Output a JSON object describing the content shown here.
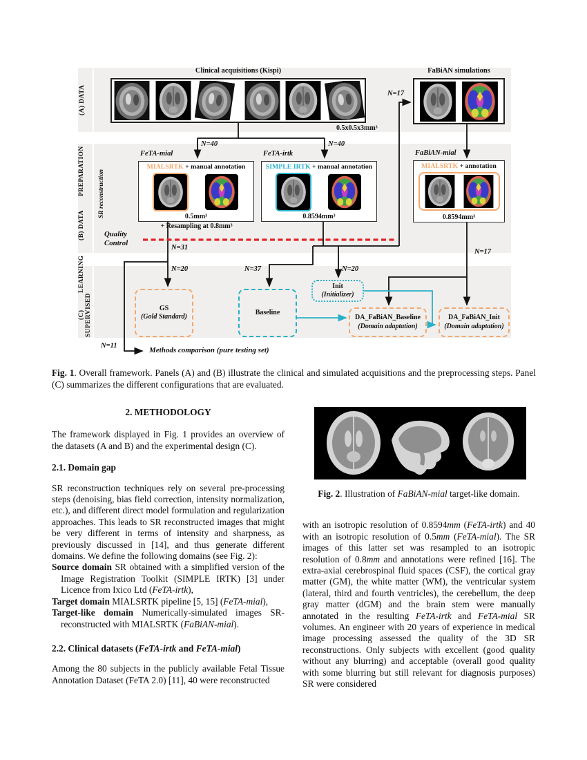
{
  "colors": {
    "orange_accent": "#F2A96E",
    "teal_accent": "#29B0C9",
    "qc_red": "#E02626"
  },
  "fig1": {
    "panelA": {
      "side_label": "(A) DATA",
      "clinical_title": "Clinical acquisitions (Kispi)",
      "clinical_resolution": "0.5x0.5x3mm³",
      "fabian_title": "FaBiAN simulations",
      "n17_in": "N=17"
    },
    "panelB": {
      "side_label_1": "(B) DATA",
      "side_label_2": "PREPARATION",
      "sr_label": "SR reconstruction",
      "n40_left": "N=40",
      "n40_right": "N=40",
      "feta_mial": {
        "title": "FeTA-mial",
        "tool": "MIALSRTK",
        "annotation": " + manual annotation",
        "resolution": "0.5mm³"
      },
      "resampling": "+ Resampling at 0.8mm³",
      "feta_irtk": {
        "title": "FeTA-irtk",
        "tool": "SIMPLE IRTK",
        "annotation": " + manual annotation",
        "resolution": "0.8594mm³"
      },
      "fabian_mial": {
        "title": "FaBiAN-mial",
        "tool": "MIALSRTK",
        "annotation": " + annotation",
        "resolution": "0.8594mm³"
      },
      "quality_control_1": "Quality",
      "quality_control_2": "Control",
      "n31": "N=31"
    },
    "panelC": {
      "side_label_1": "(C) SUPERVISED",
      "side_label_2": "LEARNING",
      "n20_gs": "N=20",
      "n37": "N=37",
      "n20_init": "N=20",
      "n17_da": "N=17",
      "n11": "N=11",
      "gs_title": "GS",
      "gs_sub": "(Gold Standard)",
      "baseline_title": "Baseline",
      "init_title": "Init",
      "init_sub": "(Initializer)",
      "da_baseline_title": "DA_FaBiAN_Baseline",
      "da_baseline_sub": "(Domain adaptation)",
      "da_init_title": "DA_FaBiAN_Init",
      "da_init_sub": "(Domain adaptation)",
      "methods_comparison": "Methods comparison (pure testing set)"
    },
    "caption": [
      {
        "t": "Fig. 1",
        "s": "b"
      },
      {
        "t": ". Overall framework.  Panels (A) and (B) illustrate the clinical and simulated acquisitions and the preprocessing steps. Panel (C) summarizes the different configurations that are evaluated.",
        "s": ""
      }
    ]
  },
  "left_col": {
    "section_heading": "2. METHODOLOGY",
    "intro": [
      {
        "t": "The framework displayed in Fig. 1 provides an overview of the datasets (A and B) and the experimental design (C).",
        "s": ""
      }
    ],
    "sub1_heading": "2.1. Domain gap",
    "domain_gap": [
      {
        "t": "SR reconstruction techniques rely on several pre-processing steps (denoising, bias field correction, intensity normalization, etc.), and different direct model formulation and regularization approaches. This leads to SR reconstructed images that might be very different in terms of intensity and sharpness, as previously discussed in [14], and thus generate different domains. We define the following domains (see Fig. 2):",
        "s": ""
      }
    ],
    "def_source": [
      {
        "t": "Source domain",
        "s": "b"
      },
      {
        "t": "  SR obtained with a simplified version of the Image Registration Toolkit (SIMPLE IRTK) [3] under Licence from Ixico Ltd (",
        "s": ""
      },
      {
        "t": "FeTA-irtk",
        "s": "i"
      },
      {
        "t": "),",
        "s": ""
      }
    ],
    "def_target": [
      {
        "t": "Target domain",
        "s": "b"
      },
      {
        "t": "  MIALSRTK pipeline [5, 15] (",
        "s": ""
      },
      {
        "t": "FeTA-mial",
        "s": "i"
      },
      {
        "t": "),",
        "s": ""
      }
    ],
    "def_target_like": [
      {
        "t": "Target-like domain",
        "s": "b"
      },
      {
        "t": " Numerically-simulated images SR-reconstructed with MIALSRTK (",
        "s": ""
      },
      {
        "t": "FaBiAN-mial",
        "s": "i"
      },
      {
        "t": ").",
        "s": ""
      }
    ],
    "sub2_heading": [
      {
        "t": "2.2. Clinical datasets (",
        "s": "b"
      },
      {
        "t": "FeTA-irtk",
        "s": "bi"
      },
      {
        "t": " and ",
        "s": "b"
      },
      {
        "t": "FeTA-mial",
        "s": "bi"
      },
      {
        "t": ")",
        "s": "b"
      }
    ],
    "clinical": [
      {
        "t": "Among the 80 subjects in the publicly available Fetal Tissue Annotation Dataset (FeTA 2.0) [11], 40 were reconstructed",
        "s": ""
      }
    ]
  },
  "right_col": {
    "fig2_caption": [
      {
        "t": "Fig. 2",
        "s": "b"
      },
      {
        "t": ". Illustration of ",
        "s": ""
      },
      {
        "t": "FaBiAN-mial",
        "s": "i"
      },
      {
        "t": " target-like domain.",
        "s": ""
      }
    ],
    "body": [
      {
        "t": "with an isotropic resolution of 0.8594",
        "s": ""
      },
      {
        "t": "mm",
        "s": "i"
      },
      {
        "t": " (",
        "s": ""
      },
      {
        "t": "FeTA-irtk",
        "s": "i"
      },
      {
        "t": ") and 40 with an isotropic resolution of 0.5",
        "s": ""
      },
      {
        "t": "mm",
        "s": "i"
      },
      {
        "t": " (",
        "s": ""
      },
      {
        "t": "FeTA-mial",
        "s": "i"
      },
      {
        "t": ").  The SR images of this latter set was resampled to an isotropic resolution of 0.8",
        "s": ""
      },
      {
        "t": "mm",
        "s": "i"
      },
      {
        "t": " and annotations were refined [16].  The extra-axial cerebrospinal fluid spaces (CSF), the cortical gray matter (GM), the white matter (WM), the ventricular system (lateral, third and fourth ventricles), the cerebellum, the deep gray matter (dGM) and the brain stem were manually annotated in the resulting ",
        "s": ""
      },
      {
        "t": "FeTA-irtk",
        "s": "i"
      },
      {
        "t": " and ",
        "s": ""
      },
      {
        "t": "FeTA-mial",
        "s": "i"
      },
      {
        "t": " SR volumes. An engineer with 20 years of experience in medical image processing assessed the quality of the 3D SR reconstructions. Only subjects with excellent (good quality without any blurring) and acceptable (overall good quality with some blurring but still relevant for diagnosis purposes) SR were considered",
        "s": ""
      }
    ]
  }
}
